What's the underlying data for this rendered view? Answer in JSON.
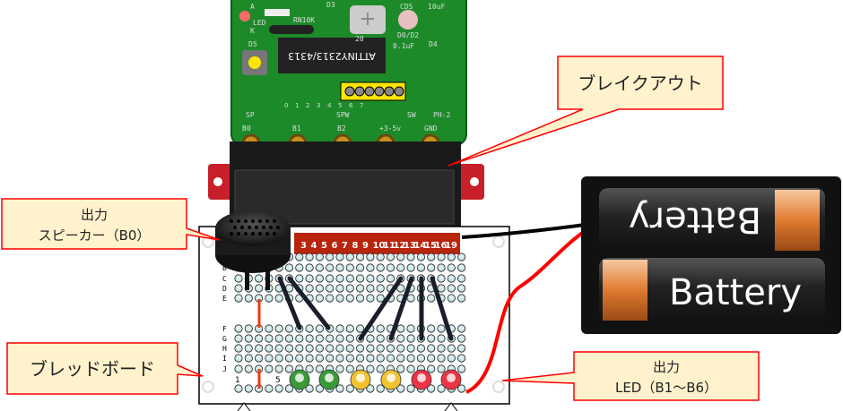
{
  "callouts": {
    "breakout": {
      "label": "ブレイクアウト"
    },
    "speaker": {
      "line1": "出力",
      "line2": "スピーカー（B0）"
    },
    "breadboard": {
      "label": "ブレッドボード"
    },
    "led": {
      "line1": "出力",
      "line2": "LED（B1～B6）"
    }
  },
  "pcb": {
    "chip_label": "ATTINY2313/4313",
    "silkscreen": [
      "A",
      "LED",
      "K",
      "RN10K",
      "D3",
      "CDS",
      "D0/D2",
      "10uF",
      "D5",
      "0.1uF",
      "D4",
      "SP",
      "SPW",
      "SW",
      "PH-2",
      "B0",
      "B1",
      "B2",
      "+3-5v",
      "GND",
      "20"
    ],
    "pin_numbers": [
      "0",
      "1",
      "2",
      "3",
      "4",
      "5",
      "6",
      "7"
    ]
  },
  "breakout_header": {
    "pins": [
      "3",
      "4",
      "5",
      "6",
      "7",
      "8",
      "9",
      "10",
      "11",
      "12",
      "13",
      "14",
      "15",
      "16",
      "19"
    ]
  },
  "breadboard": {
    "row_labels_top": [
      "B",
      "C",
      "D",
      "E"
    ],
    "row_labels_bottom": [
      "F",
      "G",
      "H",
      "I",
      "J"
    ],
    "column_markers": [
      "1",
      "5"
    ]
  },
  "battery": {
    "label_top": "Battery",
    "label_bottom": "Battery"
  },
  "leds": {
    "colors": [
      "#3a9a3a",
      "#3a9a3a",
      "#f2c230",
      "#f2c230",
      "#ee3344",
      "#ee3344"
    ]
  },
  "colors": {
    "callout_fill": "#fff2cc",
    "callout_border": "#ff0000",
    "pcb_green": "#1d8a2a",
    "header_red": "#b22a10"
  }
}
